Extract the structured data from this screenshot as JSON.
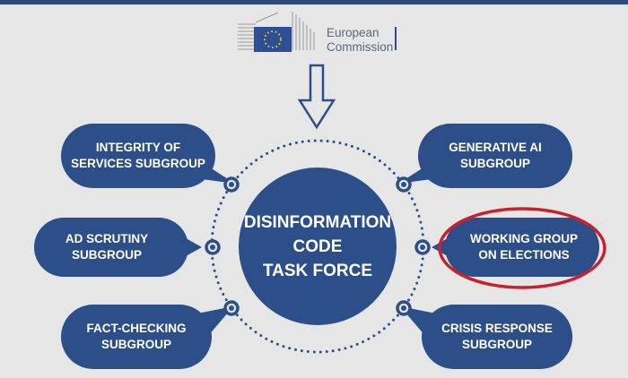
{
  "logo": {
    "line1": "European",
    "line2": "Commission"
  },
  "center": {
    "line1": "DISINFORMATION",
    "line2": "CODE",
    "line3": "TASK FORCE"
  },
  "subgroups": [
    {
      "label": "INTEGRITY OF\nSERVICES SUBGROUP"
    },
    {
      "label": "AD SCRUTINY\nSUBGROUP"
    },
    {
      "label": "FACT-CHECKING\nSUBGROUP"
    },
    {
      "label": "GENERATIVE AI\nSUBGROUP"
    },
    {
      "label": "WORKING GROUP\nON ELECTIONS",
      "highlighted": true
    },
    {
      "label": "CRISIS RESPONSE\nSUBGROUP"
    }
  ],
  "colors": {
    "primary": "#2c4f8a",
    "highlight": "#c8202f",
    "background": "#e6e6e6"
  }
}
